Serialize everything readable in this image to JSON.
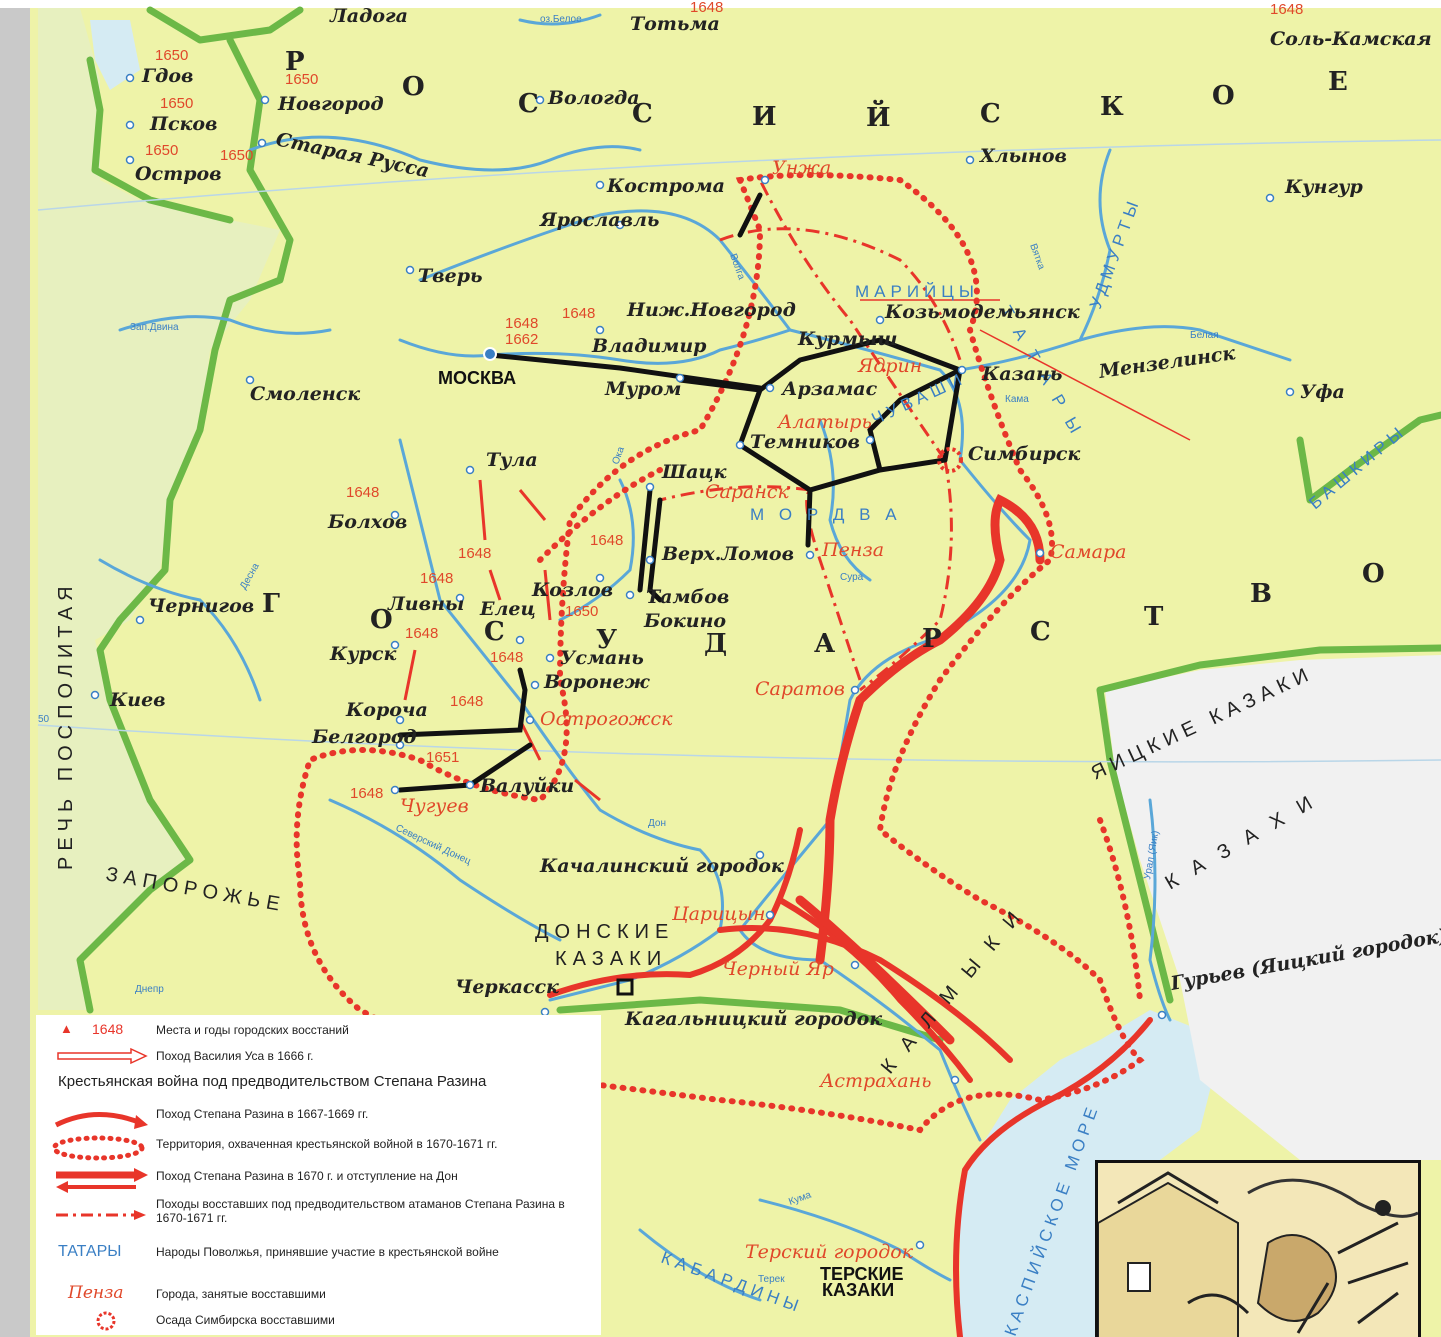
{
  "colors": {
    "land": "#eef3a8",
    "foreign": "#e4efb8",
    "water": "#cfe8f2",
    "border": "#6cb847",
    "river": "#5aa7d8",
    "uprising": "#e8352a",
    "route_black": "#111111"
  },
  "empire_letters": {
    "top": [
      "Р",
      "О",
      "С",
      "С",
      "И",
      "Й",
      "С",
      "К",
      "О",
      "Е"
    ],
    "bottom": [
      "Г",
      "О",
      "С",
      "У",
      "Д",
      "А",
      "Р",
      "С",
      "Т",
      "В",
      "О"
    ]
  },
  "regions": {
    "rech": "РЕЧЬ ПОСПОЛИТАЯ",
    "zaporozhye": "ЗАПОРОЖЬЕ",
    "yaik": "ЯИЦКИЕ КАЗАКИ",
    "don_1": "ДОНСКИЕ",
    "don_2": "КАЗАКИ",
    "kazakh": "К А З А Х И",
    "kalmyk": "К А Л М Ы К И",
    "tersk_1": "ТЕРСКИЕ",
    "tersk_2": "КАЗАКИ",
    "kabard": "КАБАРДИНЫ",
    "bashk": "БАШКИРЫ",
    "sea": "КАСПИЙСКОЕ МОРЕ"
  },
  "peoples": {
    "mari": "МАРИЙЦЫ",
    "chuvash": "ЧУВАШИ",
    "mordva": "М О Р Д В А",
    "udmurt": "УДМУРТЫ",
    "tatary": "Т А Т А Р Ы"
  },
  "cities": {
    "ladoga": "Ладога",
    "gdov": "Гдов",
    "pskov": "Псков",
    "ostrov": "Остров",
    "novgorod": "Новгород",
    "staraya_russa": "Старая Русса",
    "vologda": "Вологда",
    "totma": "Тотьма",
    "sol_kamskaya": "Соль-Камская",
    "khlynov": "Хлынов",
    "kungur": "Кунгур",
    "kostroma": "Кострома",
    "yaroslavl": "Ярославль",
    "tver": "Тверь",
    "nizh_novgorod": "Ниж.Новгород",
    "vladimir": "Владимир",
    "moskva": "МОСКВА",
    "murom": "Муром",
    "arzamas": "Арзамас",
    "kurmysh": "Курмыш",
    "kozmodemyansk": "Козьмодемьянск",
    "kazan": "Казань",
    "menzelinsk": "Мензелинск",
    "ufa": "Уфа",
    "simbirsk": "Симбирск",
    "temnikov": "Темников",
    "shatsk": "Шацк",
    "smolensk": "Смоленск",
    "tula": "Тула",
    "bolkhov": "Болхов",
    "livny": "Ливны",
    "elets": "Елец",
    "kozlov": "Козлов",
    "tambov": "Тамбов",
    "bokino": "Бокино",
    "verkh_lomov": "Верх.Ломов",
    "chernigov": "Чернигов",
    "kursk": "Курск",
    "usman": "Усмань",
    "voronezh": "Воронеж",
    "kiev": "Киев",
    "korocha": "Короча",
    "belgorod": "Белгород",
    "valuyki": "Валуйки",
    "kachalinsky": "Качалинский городок",
    "cherkassk": "Черкасск",
    "kagalnitsky": "Кагальницкий городок",
    "guryev": "Гурьев (Яицкий городок)"
  },
  "cities_taken": {
    "unzha": "Унжа",
    "yadrin": "Ядрин",
    "alatyr": "Алатырь",
    "saransk": "Саранск",
    "penza": "Пенза",
    "samara": "Самара",
    "saratov": "Саратов",
    "ostrogozhsk": "Острогожск",
    "chuguev": "Чугуев",
    "tsaritsyn": "Царицын",
    "cherny_yar": "Черный Яр",
    "astrakhan": "Астрахань",
    "tersky": "Терский городок"
  },
  "uprising_years": {
    "gdov": "1650",
    "novgorod": "1650",
    "pskov": "1650",
    "ostrov": "1650",
    "staraya_russa": "1650",
    "totma": "1648",
    "sol_kamskaya": "1648",
    "moskva_1": "1648",
    "moskva_2": "1662",
    "nizhny": "1648",
    "bolkhov": "1648",
    "elets_1": "1648",
    "elets_2": "1648",
    "livny": "1648",
    "kozlov_1": "1648",
    "kozlov_2": "1650",
    "voronezh": "1648",
    "korocha": "1648",
    "valuyki": "1651",
    "chuguev": "1648"
  },
  "rivers": {
    "oz_beloe": "оз.Белое",
    "volga": "Волга",
    "oka": "Ока",
    "kama": "Кама",
    "belaya": "Белая",
    "don": "Дон",
    "sura": "Сура",
    "dnepr": "Днепр",
    "desna": "Десна",
    "z_dvina": "Зап.Двина",
    "s_donets": "Северский Донец",
    "ural": "Урал (Яик)",
    "kuma": "Кума",
    "terek": "Терек",
    "vyatka": "Вятка"
  },
  "lat_label": "50",
  "legend": {
    "items": [
      {
        "sample": "1648",
        "text": "Места и годы городских восстаний"
      },
      {
        "sample": "",
        "text": "Поход Василия Уса в 1666 г."
      },
      {
        "sample": "",
        "text": "Поход Степана Разина в 1667-1669 гг."
      },
      {
        "sample": "",
        "text": "Территория, охваченная крестьянской войной в 1670-1671 гг."
      },
      {
        "sample": "",
        "text": "Поход Степана Разина в 1670 г. и отступление на Дон"
      },
      {
        "sample": "",
        "text": "Походы восставших под предводительством атаманов Степана Разина в 1670-1671 гг."
      },
      {
        "sample": "ТАТАРЫ",
        "text": "Народы Поволжья, принявшие участие в крестьянской войне"
      },
      {
        "sample": "Пенза",
        "text": "Города, занятые восставшими"
      },
      {
        "sample": "",
        "text": "Осада Симбирска восставшими"
      }
    ],
    "title": "Крестьянская война под предводительством Степана Разина"
  }
}
